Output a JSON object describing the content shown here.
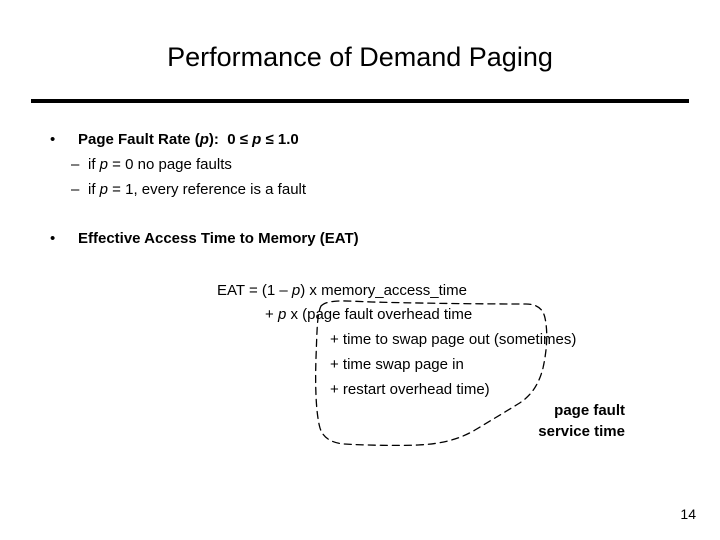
{
  "slide": {
    "title": "Performance of Demand Paging",
    "page_number": "14",
    "background_color": "#ffffff",
    "text_color": "#000000",
    "rule_color": "#000000"
  },
  "bullets": [
    {
      "marker": "•",
      "label_bold": "Page Fault Rate (",
      "label_italic": "p",
      "label_bold_tail": "):",
      "range_lead": "0 ≤ ",
      "range_italic": "p",
      "range_tail": " ≤ 1.0",
      "sub_items": [
        {
          "marker": "–",
          "lead": "if ",
          "italic": "p",
          "tail": " = 0 no page faults"
        },
        {
          "marker": "–",
          "lead": "if ",
          "italic": "p",
          "tail": " = 1, every reference is a fault"
        }
      ]
    },
    {
      "marker": "•",
      "label_bold": "Effective Access Time to Memory (EAT)",
      "label_italic": "",
      "label_bold_tail": "",
      "range_lead": "",
      "range_italic": "",
      "range_tail": "",
      "sub_items": []
    }
  ],
  "equation": {
    "line1_lead": "EAT = (1 – ",
    "line1_italic": "p",
    "line1_tail": ") x memory_access_time",
    "line2_lead": "+ ",
    "line2_italic": "p",
    "line2_tail": " x (page fault overhead time",
    "line3": "+ time to swap page out (sometimes)",
    "line4": "+ time swap page in",
    "line5": "+ restart overhead time)"
  },
  "annotation": {
    "label_line1": "page fault",
    "label_line2": "service time",
    "shape": "hand-drawn-dashed-loop",
    "stroke_color": "#000000"
  }
}
